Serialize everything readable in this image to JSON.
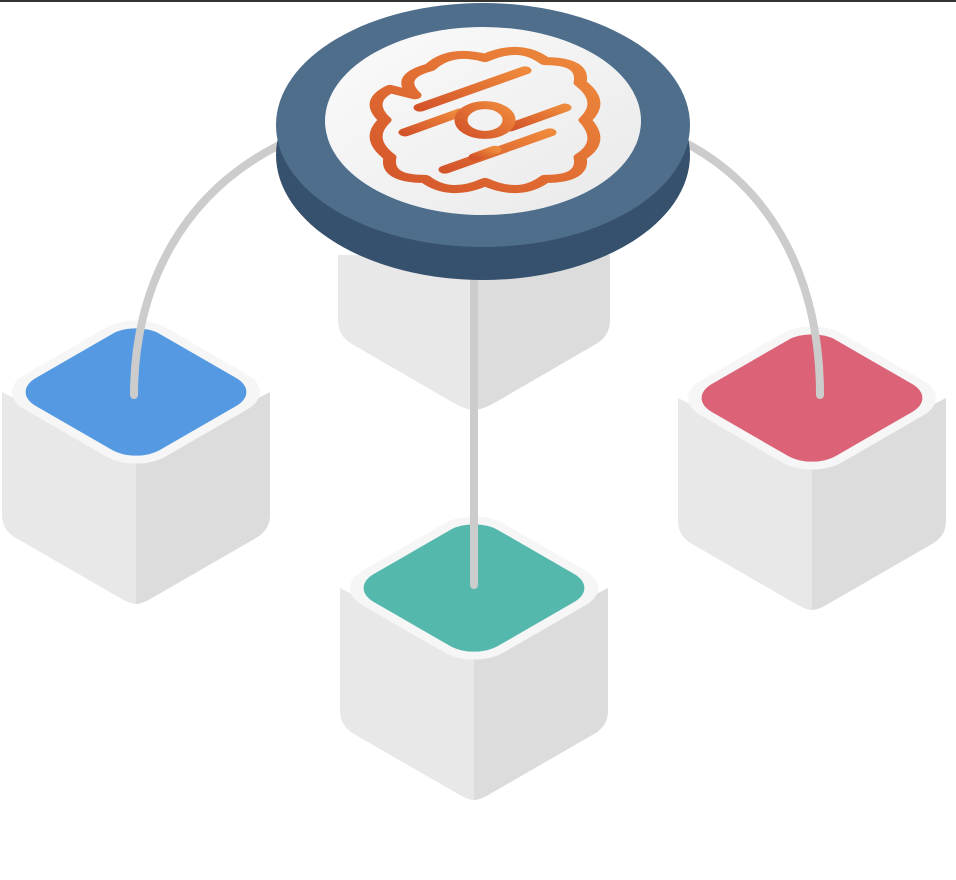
{
  "diagram": {
    "hub": {
      "icon": "orange-knot-logo-icon",
      "rim_color": "#4e6e8c",
      "rim_dark_color": "#36516d",
      "face_color": "#f3f3f3",
      "logo_color": "#e66a2c"
    },
    "nodes": [
      {
        "name": "left",
        "color": "#5499e1"
      },
      {
        "name": "bottom",
        "color": "#54b8ad"
      },
      {
        "name": "right",
        "color": "#dc6377"
      }
    ],
    "connector_color": "#cccccc",
    "cube_colors": {
      "left_face": "#e8e8e8",
      "right_face": "#dcdcdc",
      "top_rim": "#f6f6f6"
    }
  }
}
